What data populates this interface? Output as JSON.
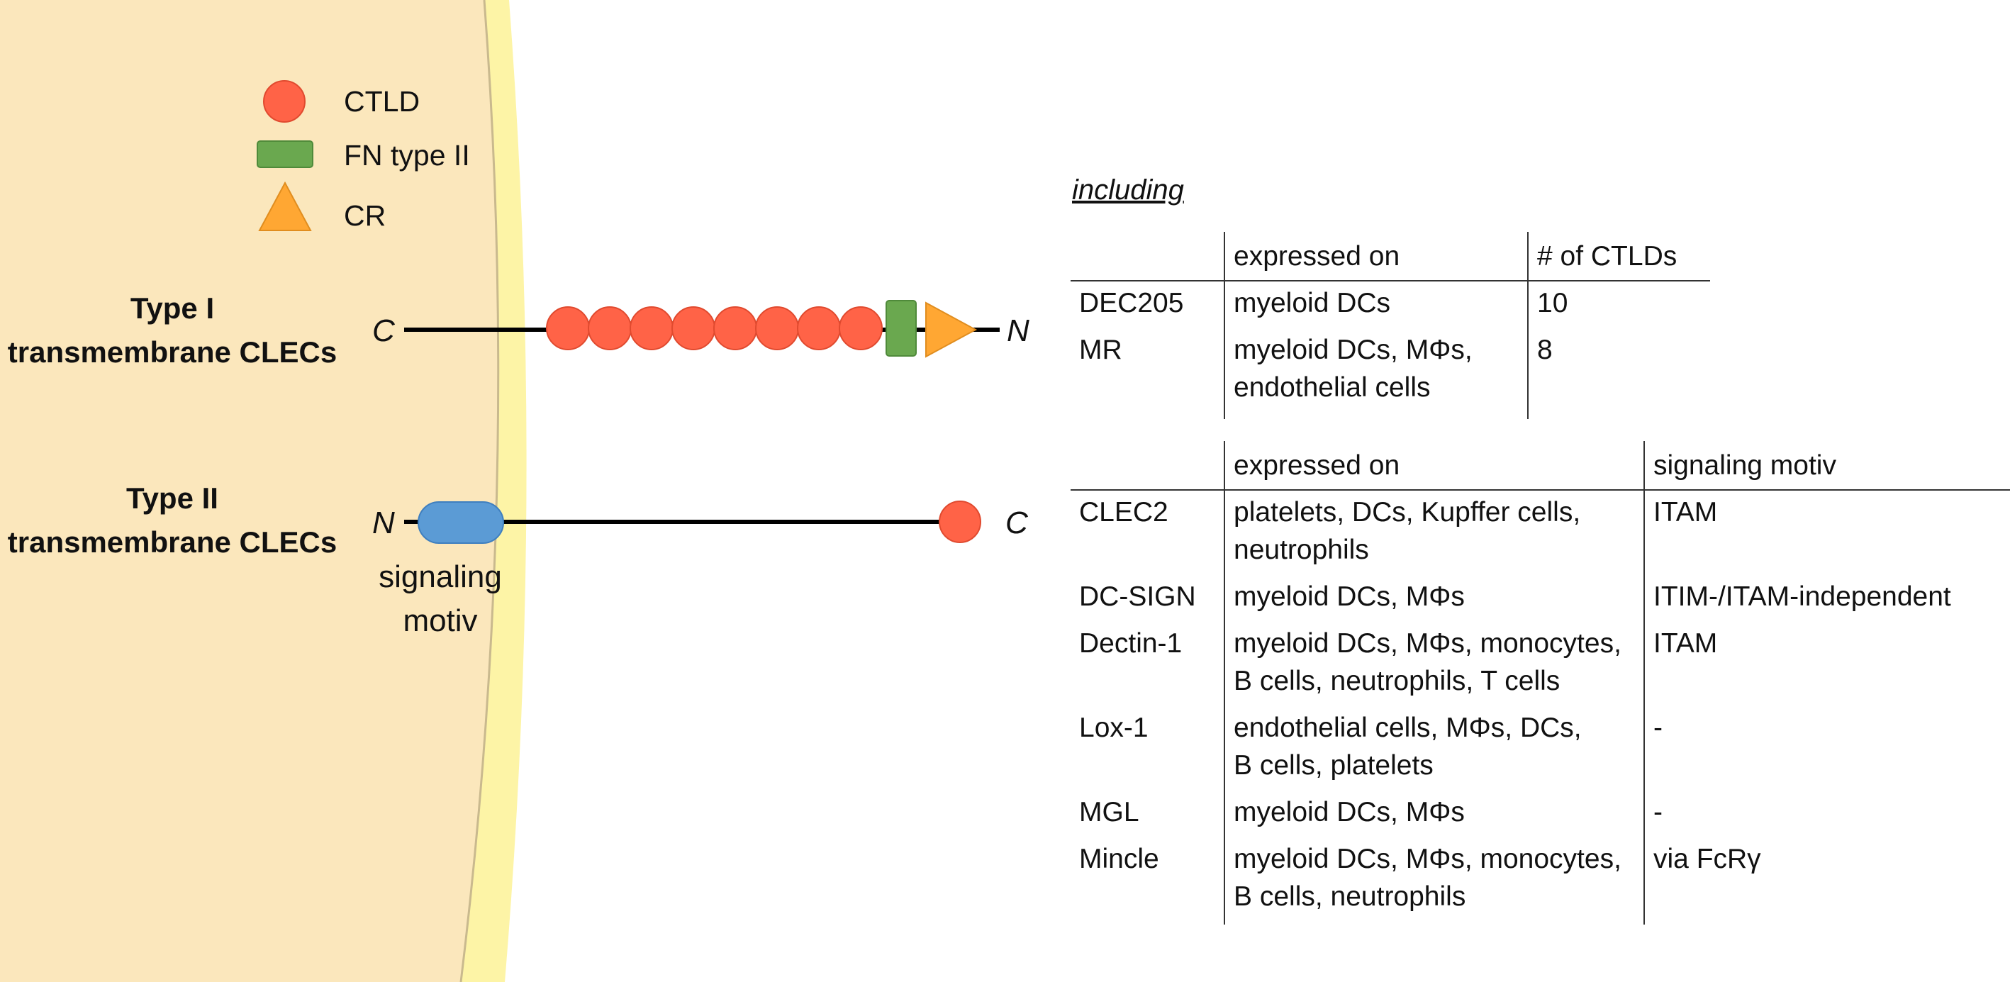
{
  "legend": {
    "items": [
      {
        "shape": "circle",
        "color": "#ff6347",
        "label": "CTLD"
      },
      {
        "shape": "rectangle",
        "color": "#6aa84f",
        "label": "FN type II"
      },
      {
        "shape": "triangle",
        "color": "#ffa733",
        "label": "CR"
      }
    ]
  },
  "type1": {
    "title_line1": "Type I",
    "title_line2": "transmembrane CLECs",
    "left_end": "C",
    "right_end": "N",
    "ctld_count": 8
  },
  "type2": {
    "title_line1": "Type II",
    "title_line2": "transmembrane CLECs",
    "left_end": "N",
    "right_end": "C",
    "signaling_line1": "signaling",
    "signaling_line2": "motiv"
  },
  "colors": {
    "cell": "#fbe7bc",
    "membrane": "#fdf4a6",
    "ctld": "#ff6347",
    "fn": "#6aa84f",
    "cr": "#ffa733",
    "signaling": "#5b9bd5"
  },
  "including_label": "including",
  "table1": {
    "headers": [
      "",
      "expressed on",
      "# of CTLDs"
    ],
    "rows": [
      {
        "name": "DEC205",
        "expressed": [
          "myeloid DCs"
        ],
        "value": "10"
      },
      {
        "name": "MR",
        "expressed": [
          "myeloid DCs, MΦs,",
          "endothelial cells"
        ],
        "value": "8"
      }
    ]
  },
  "table2": {
    "headers": [
      "",
      "expressed on",
      "signaling motiv"
    ],
    "rows": [
      {
        "name": "CLEC2",
        "expressed": [
          "platelets, DCs, Kupffer cells,",
          "neutrophils"
        ],
        "value": "ITAM"
      },
      {
        "name": "DC-SIGN",
        "expressed": [
          "myeloid DCs, MΦs"
        ],
        "value": "ITIM-/ITAM-independent"
      },
      {
        "name": "Dectin-1",
        "expressed": [
          "myeloid DCs, MΦs, monocytes,",
          "B cells, neutrophils, T cells"
        ],
        "value": "ITAM"
      },
      {
        "name": "Lox-1",
        "expressed": [
          "endothelial cells, MΦs, DCs,",
          "B cells, platelets"
        ],
        "value": "-"
      },
      {
        "name": "MGL",
        "expressed": [
          "myeloid DCs, MΦs"
        ],
        "value": "-"
      },
      {
        "name": "Mincle",
        "expressed": [
          "myeloid DCs, MΦs, monocytes,",
          "B cells, neutrophils"
        ],
        "value": "via FcRγ"
      }
    ]
  }
}
